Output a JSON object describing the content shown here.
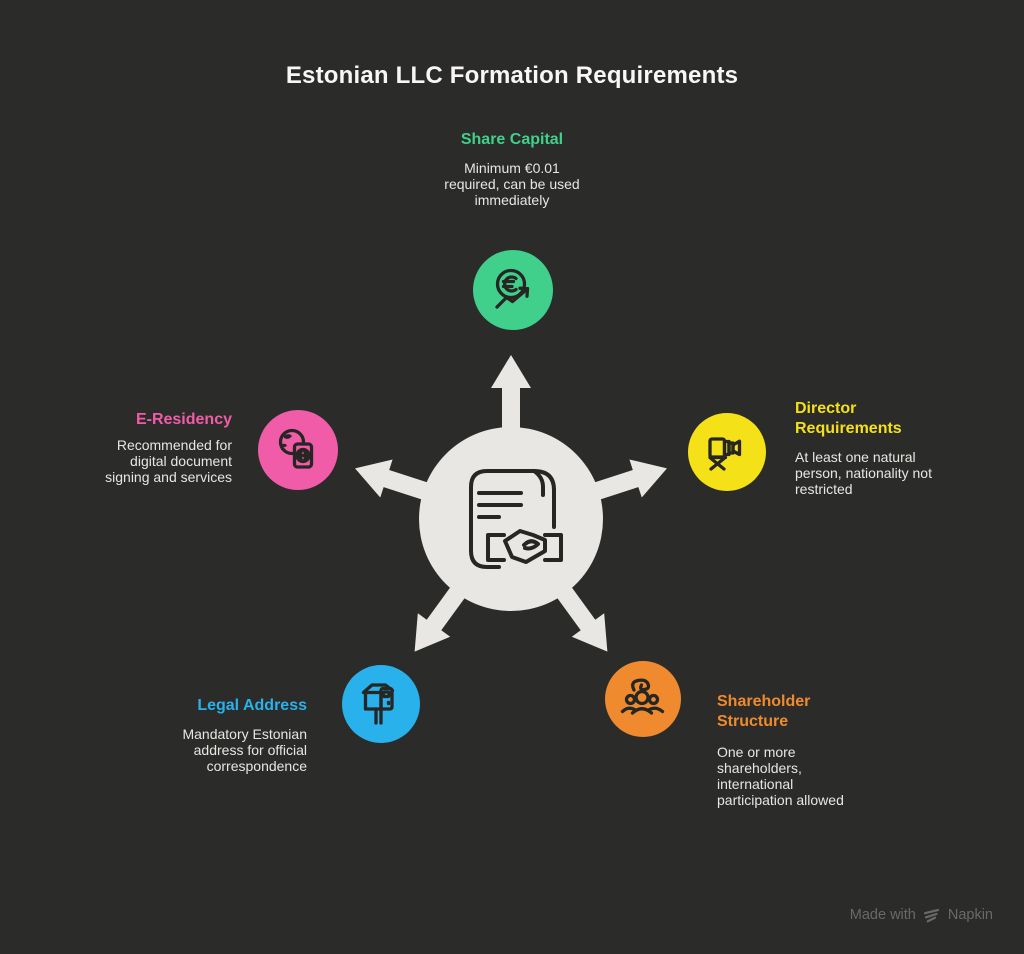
{
  "title": "Estonian LLC Formation Requirements",
  "center": {
    "icon": "contract-handshake-icon",
    "hub_color": "#e9e7e4"
  },
  "nodes": [
    {
      "id": "share-capital",
      "label": "Share Capital",
      "description": "Minimum €0.01 required, can be used immediately",
      "color": "#41d08b",
      "icon": "euro-growth-icon",
      "position": "top"
    },
    {
      "id": "e-residency",
      "label": "E-Residency",
      "description": "Recommended for digital document signing and services",
      "color": "#f05ca8",
      "icon": "globe-passport-icon",
      "position": "left"
    },
    {
      "id": "director-requirements",
      "label": "Director Requirements",
      "description": "At least one natural person, nationality not restricted",
      "color": "#f5e118",
      "icon": "film-camera-icon",
      "position": "right"
    },
    {
      "id": "legal-address",
      "label": "Legal Address",
      "description": "Mandatory Estonian address for official correspondence",
      "color": "#28b1ea",
      "icon": "mailbox-icon",
      "position": "bottom-left"
    },
    {
      "id": "shareholder-structure",
      "label": "Shareholder Structure",
      "description": "One or more shareholders, international participation allowed",
      "color": "#ef8b2e",
      "icon": "team-icon",
      "position": "bottom-right"
    }
  ],
  "footer": {
    "made_with": "Made with",
    "brand": "Napkin",
    "logo_icon": "napkin-logo-icon"
  },
  "background_color": "#2b2b29"
}
